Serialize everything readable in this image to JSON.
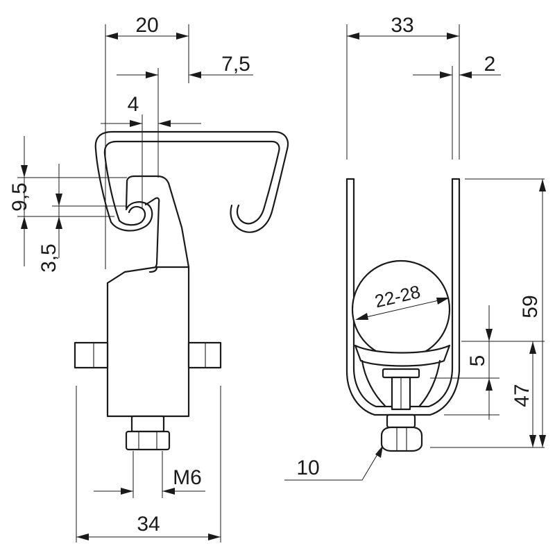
{
  "dimensions": {
    "side_top_width": "20",
    "side_offset": "7,5",
    "side_hook_gap": "4",
    "side_height_a": "9,5",
    "side_height_b": "3,5",
    "side_bottom_width": "34",
    "side_thread": "M6",
    "front_top_width": "33",
    "front_wall": "2",
    "front_total_height": "59",
    "front_clamp_range": "22-28",
    "front_saddle_gap": "5",
    "front_saddle_height": "47",
    "front_nut_size": "10"
  }
}
